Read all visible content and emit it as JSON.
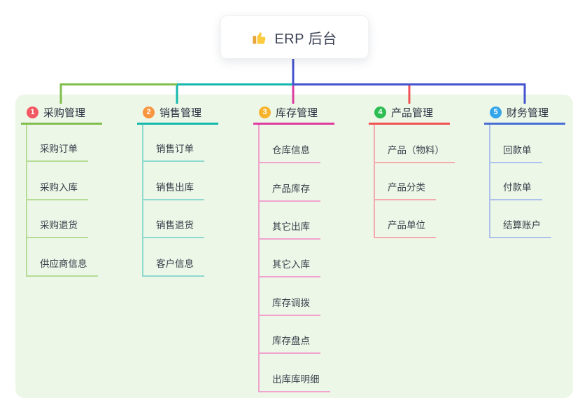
{
  "root": {
    "label": "ERP 后台",
    "icon": "thumbs-up-icon"
  },
  "connector_color": "#4453cf",
  "panel_bg": "#edf7e8",
  "canvas_bg": "#ffffff",
  "branches": [
    {
      "index": "1",
      "label": "采购管理",
      "badge_color": "#f25862",
      "line_color": "#82be4e",
      "child_line_color": "#b7dc97",
      "children": [
        "采购订单",
        "采购入库",
        "采购退货",
        "供应商信息"
      ]
    },
    {
      "index": "2",
      "label": "销售管理",
      "badge_color": "#f8953f",
      "line_color": "#16b8ac",
      "child_line_color": "#8fd9cf",
      "children": [
        "销售订单",
        "销售出库",
        "销售退货",
        "客户信息"
      ]
    },
    {
      "index": "3",
      "label": "库存管理",
      "badge_color": "#f7b32b",
      "line_color": "#de3c9e",
      "child_line_color": "#f0a3ce",
      "children": [
        "仓库信息",
        "产品库存",
        "其它出库",
        "其它入库",
        "库存调拨",
        "库存盘点",
        "出库库明细"
      ]
    },
    {
      "index": "4",
      "label": "产品管理",
      "badge_color": "#2dbe53",
      "line_color": "#f05355",
      "child_line_color": "#f5abab",
      "children": [
        "产品（物料）",
        "产品分类",
        "产品单位"
      ]
    },
    {
      "index": "5",
      "label": "财务管理",
      "badge_color": "#35a5ea",
      "line_color": "#4a6fd4",
      "child_line_color": "#adc2ea",
      "children": [
        "回款单",
        "付款单",
        "结算账户"
      ]
    }
  ]
}
